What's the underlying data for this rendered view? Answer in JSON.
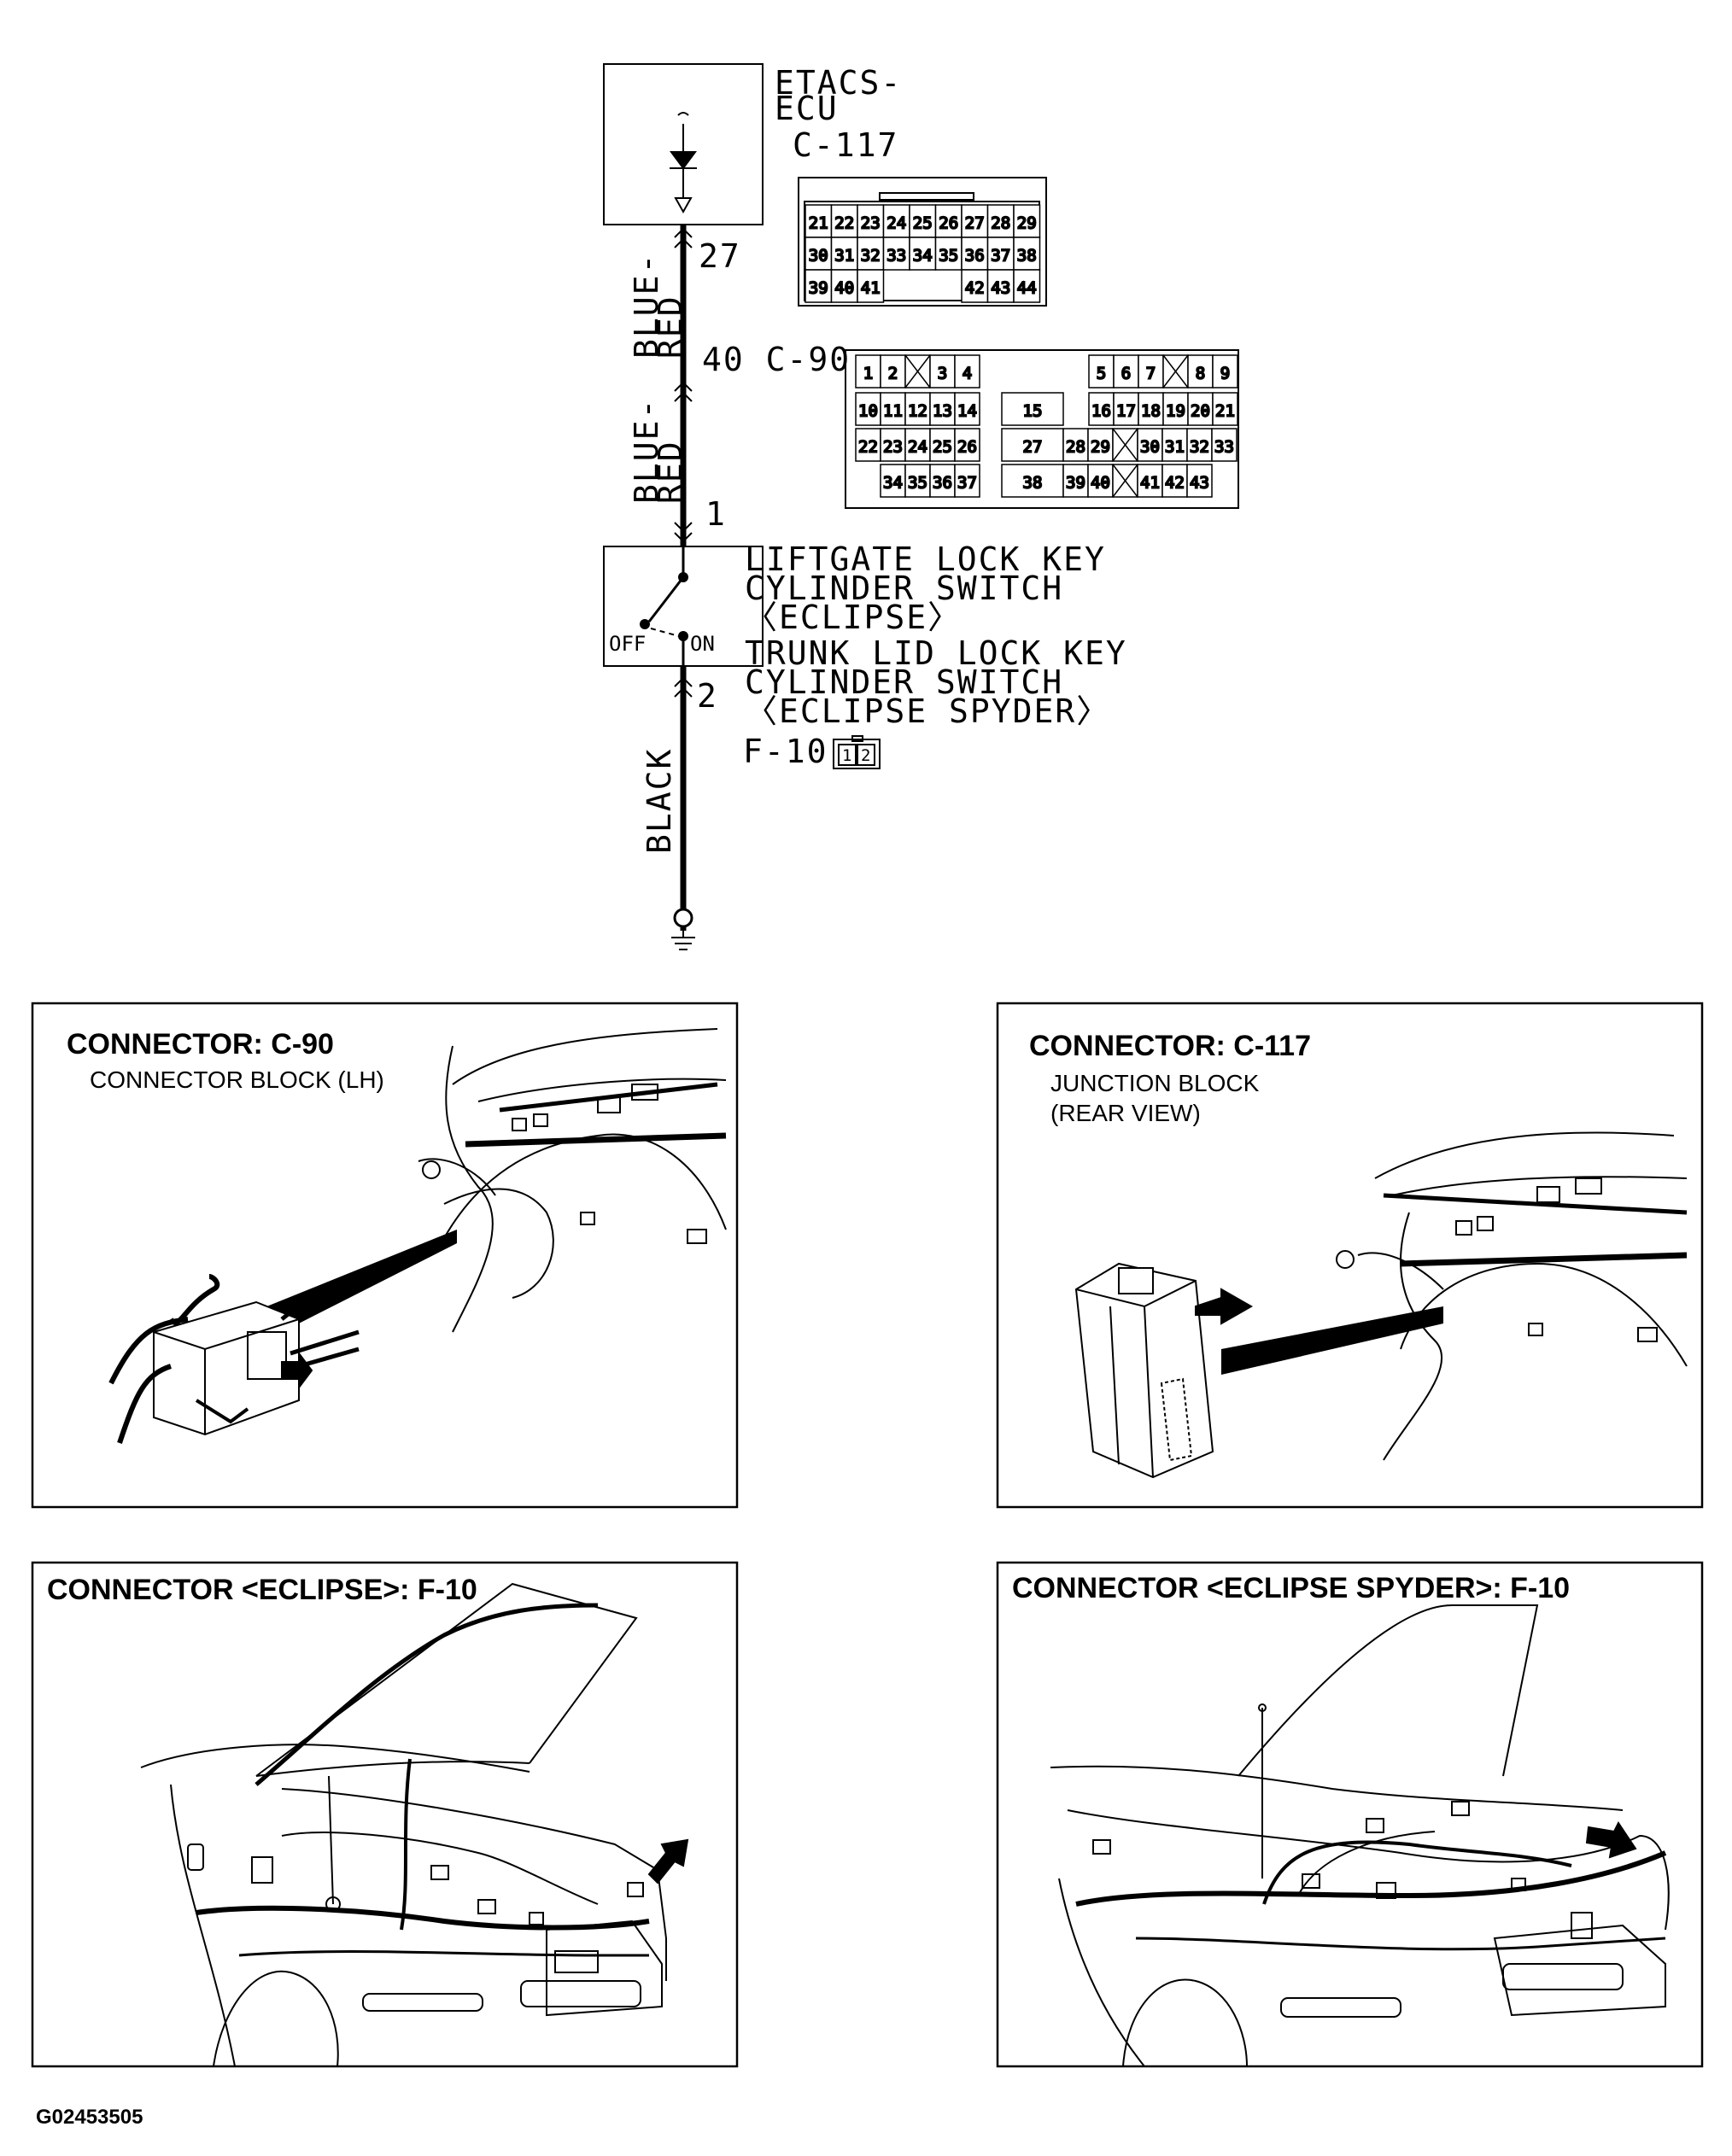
{
  "schematic": {
    "ecu": {
      "name_line1": "ETACS-",
      "name_line2": "ECU",
      "connector": "C-117"
    },
    "c117_pins": {
      "row1": [
        "21",
        "22",
        "23",
        "24",
        "25",
        "26",
        "27",
        "28",
        "29"
      ],
      "row2": [
        "30",
        "31",
        "32",
        "33",
        "34",
        "35",
        "36",
        "37",
        "38"
      ],
      "row3": [
        "39",
        "40",
        "41",
        "",
        "",
        "",
        "42",
        "43",
        "44"
      ]
    },
    "pin_27": "27",
    "wire1_color_line1": "BLUE-",
    "wire1_color_line2": "RED",
    "c90_label": "40 C-90",
    "c90_pins": {
      "row1a": [
        "1",
        "2",
        "",
        "3",
        "4"
      ],
      "row1c": [
        "5",
        "6",
        "7",
        "",
        "8",
        "9"
      ],
      "row2a": [
        "10",
        "11",
        "12",
        "13",
        "14"
      ],
      "row2b": "15",
      "row2c": [
        "16",
        "17",
        "18",
        "19",
        "20",
        "21"
      ],
      "row3a": [
        "22",
        "23",
        "24",
        "25",
        "26"
      ],
      "row3b": "27",
      "row3c": [
        "28",
        "29",
        "",
        "30",
        "31",
        "32",
        "33"
      ],
      "row4a": [
        "34",
        "35",
        "36",
        "37"
      ],
      "row4b": "38",
      "row4c": [
        "39",
        "40",
        "",
        "41",
        "42",
        "43"
      ]
    },
    "wire2_color_line1": "BLUE-",
    "wire2_color_line2": "RED",
    "pin_1": "1",
    "switch_off": "OFF",
    "switch_on": "ON",
    "switch_name": [
      "LIFTGATE LOCK KEY",
      "CYLINDER SWITCH",
      "〈ECLIPSE〉",
      "TRUNK LID LOCK KEY",
      "CYLINDER SWITCH",
      "〈ECLIPSE SPYDER〉"
    ],
    "pin_2": "2",
    "f10_label": "F-10",
    "f10_pins": [
      "1",
      "2"
    ],
    "wire3_color": "BLACK"
  },
  "panels": {
    "c90": {
      "title": "CONNECTOR: C-90",
      "sub1": "CONNECTOR BLOCK (LH)"
    },
    "c117": {
      "title": "CONNECTOR: C-117",
      "sub1": "JUNCTION BLOCK",
      "sub2": "(REAR VIEW)"
    },
    "f10_eclipse": {
      "title": "CONNECTOR <ECLIPSE>: F-10"
    },
    "f10_spyder": {
      "title": "CONNECTOR <ECLIPSE SPYDER>: F-10"
    }
  },
  "figure_code": "G02453505",
  "colors": {
    "ink": "#000000",
    "paper": "#ffffff"
  },
  "icons": [
    "diode-icon",
    "ground-icon",
    "switch-icon",
    "arrow-icon"
  ]
}
